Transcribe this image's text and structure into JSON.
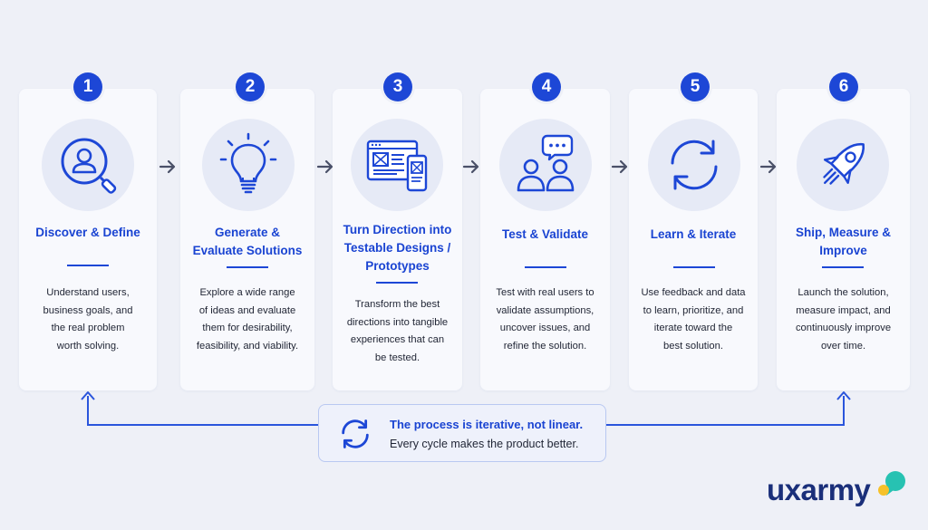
{
  "steps": [
    {
      "number": "1",
      "title_lines": [
        "Discover & Define"
      ],
      "icon": "user-search-icon",
      "desc_lines": [
        "Understand users,",
        "business goals, and",
        "the real problem",
        "worth solving."
      ]
    },
    {
      "number": "2",
      "title_lines": [
        "Generate &",
        "Evaluate Solutions"
      ],
      "icon": "lightbulb-icon",
      "desc_lines": [
        "Explore a wide range",
        "of ideas and evaluate",
        "them for desirability,",
        "feasibility, and viability."
      ]
    },
    {
      "number": "3",
      "title_lines": [
        "Turn Direction into",
        "Testable Designs /",
        "Prototypes"
      ],
      "icon": "prototype-devices-icon",
      "desc_lines": [
        "Transform the best",
        "directions into tangible",
        "experiences that can",
        "be tested."
      ]
    },
    {
      "number": "4",
      "title_lines": [
        "Test & Validate"
      ],
      "icon": "users-chat-icon",
      "desc_lines": [
        "Test with real users to",
        "validate assumptions,",
        "uncover issues, and",
        "refine the solution."
      ]
    },
    {
      "number": "5",
      "title_lines": [
        "Learn & Iterate"
      ],
      "icon": "refresh-cycle-icon",
      "desc_lines": [
        "Use feedback and data",
        "to learn, prioritize, and",
        "iterate toward the",
        "best solution."
      ]
    },
    {
      "number": "6",
      "title_lines": [
        "Ship, Measure &",
        "Improve"
      ],
      "icon": "rocket-icon",
      "desc_lines": [
        "Launch the solution,",
        "measure impact, and",
        "continuously improve",
        "over time."
      ]
    }
  ],
  "note": {
    "title": "The process is iterative, not linear.",
    "subtitle": "Every cycle makes the product better.",
    "icon": "refresh-cycle-icon"
  },
  "logo": {
    "text": "uxarmy",
    "icon": "speech-bubble-dots-icon"
  },
  "colors": {
    "accent": "#1d47d6",
    "background": "#eef0f7",
    "card": "#f8f9fd",
    "icon_bg": "#e6eaf6",
    "logo_text": "#1a2f7a",
    "logo_teal": "#27c2b2",
    "logo_yellow": "#f6c12a"
  }
}
